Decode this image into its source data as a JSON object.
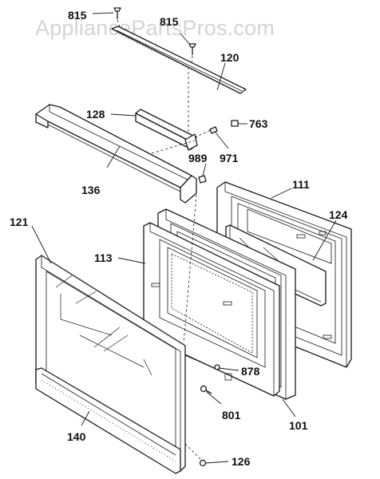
{
  "watermark": "AppliancePartsPros.com",
  "callouts": {
    "c815a": "815",
    "c815b": "815",
    "c120": "120",
    "c128": "128",
    "c763": "763",
    "c136": "136",
    "c989": "989",
    "c971": "971",
    "c111": "111",
    "c121": "121",
    "c124": "124",
    "c113": "113",
    "c878": "878",
    "c801": "801",
    "c101": "101",
    "c140": "140",
    "c126": "126"
  }
}
